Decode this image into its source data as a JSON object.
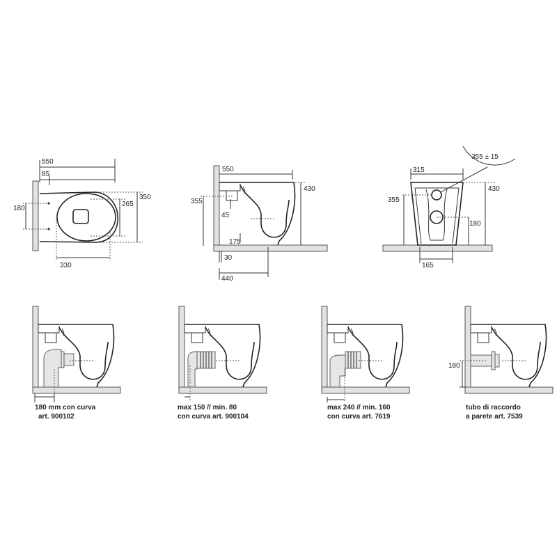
{
  "top_views": {
    "plan": {
      "width": "550",
      "offset": "85",
      "inner_width": "265",
      "depth": "350",
      "fixing_spacing": "180",
      "seat_length": "330"
    },
    "side": {
      "width": "550",
      "height": "430",
      "inlet_height": "355",
      "inlet_offset": "45",
      "outlet_offset": "175",
      "wall_gap": "30",
      "floor_depth": "440"
    },
    "front": {
      "tolerance_callout": "355 ± 15",
      "width": "315",
      "height": "430",
      "inlet_height": "355",
      "outlet_height": "180",
      "base_width": "165"
    }
  },
  "installations": [
    {
      "line1": "180 mm con curva",
      "line2": "art. 900102"
    },
    {
      "line1": "max 150 // min. 80",
      "line2": "con curva art. 900104"
    },
    {
      "line1": "max 240 // min. 160",
      "line2": "con curva art. 7619"
    },
    {
      "line1": "tubo di raccordo",
      "line2": "a parete art. 7539",
      "dimension": "180"
    }
  ]
}
